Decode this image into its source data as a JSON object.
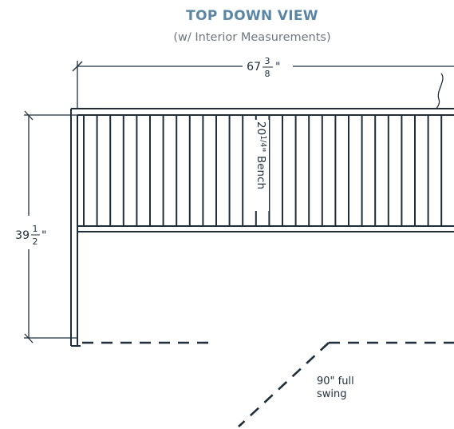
{
  "header": {
    "title": "TOP DOWN VIEW",
    "subtitle": "(w/ Interior Measurements)"
  },
  "width_dimension": {
    "whole": "67",
    "numerator": "3",
    "denominator": "8",
    "unit": "\""
  },
  "depth_dimension": {
    "whole": "39",
    "numerator": "1",
    "denominator": "2",
    "unit": "\""
  },
  "bench_label": {
    "whole": "20",
    "fraction": "1/4",
    "suffix": "\" Bench"
  },
  "door_swing_note": {
    "line1": "90\" full",
    "line2": "swing"
  },
  "colors": {
    "title": "#5a86a3",
    "subtitle": "#6f7680",
    "line": "#1f2e3a"
  }
}
